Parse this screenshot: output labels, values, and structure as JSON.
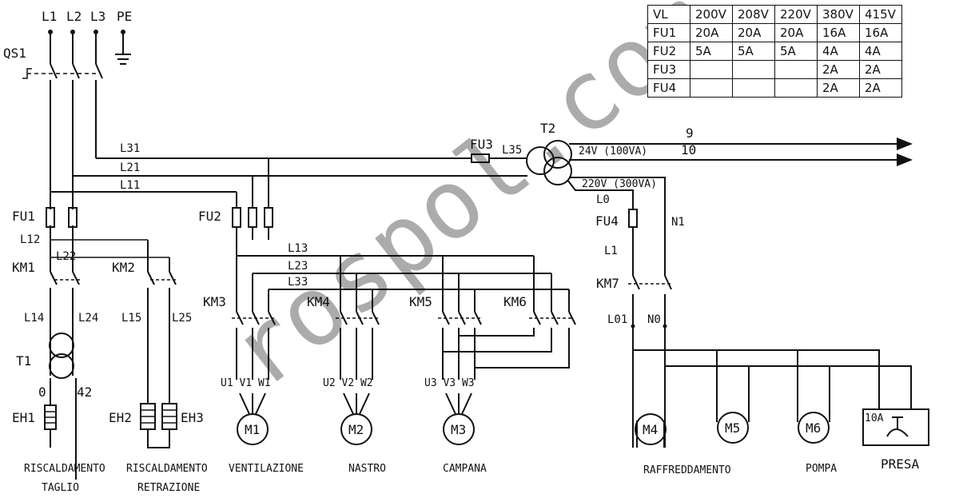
{
  "supply": {
    "l1": "L1",
    "l2": "L2",
    "l3": "L3",
    "pe": "PE",
    "qs1": "QS1"
  },
  "wires": {
    "l31": "L31",
    "l21": "L21",
    "l11": "L11",
    "l12": "L12",
    "l22": "L22",
    "l14": "L14",
    "l24": "L24",
    "l15": "L15",
    "l25": "L25",
    "l13": "L13",
    "l23": "L23",
    "l33": "L33",
    "l35": "L35",
    "l0": "L0",
    "l1w": "L1",
    "n1": "N1",
    "l01": "L01",
    "n0": "N0",
    "w9": "9",
    "w10": "10"
  },
  "components": {
    "fu1": "FU1",
    "fu2": "FU2",
    "fu3": "FU3",
    "fu4": "FU4",
    "km1": "KM1",
    "km2": "KM2",
    "km3": "KM3",
    "km4": "KM4",
    "km5": "KM5",
    "km6": "KM6",
    "km7": "KM7",
    "t1": "T1",
    "t2": "T2",
    "eh1": "EH1",
    "eh2": "EH2",
    "eh3": "EH3",
    "t1_out0": "0",
    "t1_out42": "42",
    "v24": "24V (100VA)",
    "v220": "220V (300VA)"
  },
  "terminals": {
    "m1": "U1 V1 W1",
    "m2": "U2 V2 W2",
    "m3": "U3 V3 W3"
  },
  "motors": {
    "m1": "M1",
    "m2": "M2",
    "m3": "M3",
    "m4": "M4",
    "m5": "M5",
    "m6": "M6"
  },
  "socket": {
    "rating": "10A",
    "label": "PRESA"
  },
  "captions": {
    "taglio_1": "RISCALDAMENTO",
    "taglio_2": "TAGLIO",
    "retr_1": "RISCALDAMENTO",
    "retr_2": "RETRAZIONE",
    "vent": "VENTILAZIONE",
    "nastro": "NASTRO",
    "campana": "CAMPANA",
    "raffr": "RAFFREDDAMENTO",
    "pompa": "POMPA"
  },
  "watermark": "rospol.com",
  "fuse_table": {
    "header": [
      "VL",
      "200V",
      "208V",
      "220V",
      "380V",
      "415V"
    ],
    "rows": [
      [
        "FU1",
        "20A",
        "20A",
        "20A",
        "16A",
        "16A"
      ],
      [
        "FU2",
        "5A",
        "5A",
        "5A",
        "4A",
        "4A"
      ],
      [
        "FU3",
        "",
        "",
        "",
        "2A",
        "2A"
      ],
      [
        "FU4",
        "",
        "",
        "",
        "2A",
        "2A"
      ]
    ]
  }
}
